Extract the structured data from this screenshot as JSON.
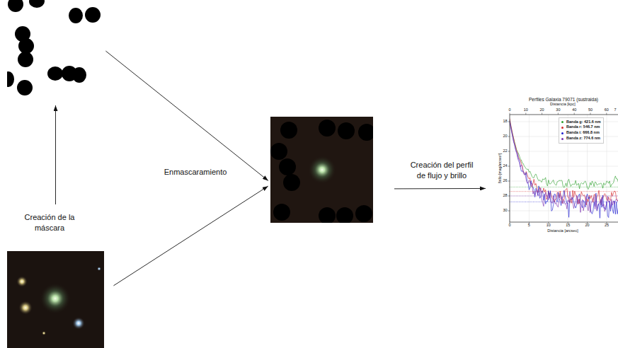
{
  "diagram": {
    "nodes": [
      {
        "text": []
      },
      {
        "text": []
      },
      {
        "text": [
          "Perfiles Galaxia 79071 (sustraida)"
        ]
      },
      {
        "text": []
      }
    ],
    "edges": [
      {
        "from": 3,
        "to": 0,
        "arrow": "to",
        "label": "Creación de la máscara"
      },
      {
        "from": 0,
        "to": 1,
        "arrow": "to"
      },
      {
        "from": 3,
        "to": 1,
        "arrow": "to"
      },
      {
        "from": 1,
        "to": 2,
        "arrow": "to",
        "label": "Creación del perfil de flujo y brillo"
      }
    ],
    "labels": [
      "Enmascaramiento",
      "Distancia [kpc]",
      "0",
      "10",
      "20",
      "30",
      "40",
      "50",
      "60",
      "7",
      "18",
      "20",
      "22",
      "24",
      "26",
      "28",
      "30",
      "Brillo [mag/arcsec²]",
      "0",
      "5",
      "10",
      "15",
      "20",
      "25",
      "Distancia [arcsec]"
    ],
    "legend": [
      {
        "text": "Banda g: 421.6 nm",
        "color": "#2ca02c"
      },
      {
        "text": "Banda r: 546.7 nm",
        "color": "#d62728"
      },
      {
        "text": "Banda i: 666.8 nm",
        "color": "#1f1fd0"
      },
      {
        "text": "Banda z: 774.6 nm",
        "color": "#7a2fb0"
      }
    ]
  }
}
